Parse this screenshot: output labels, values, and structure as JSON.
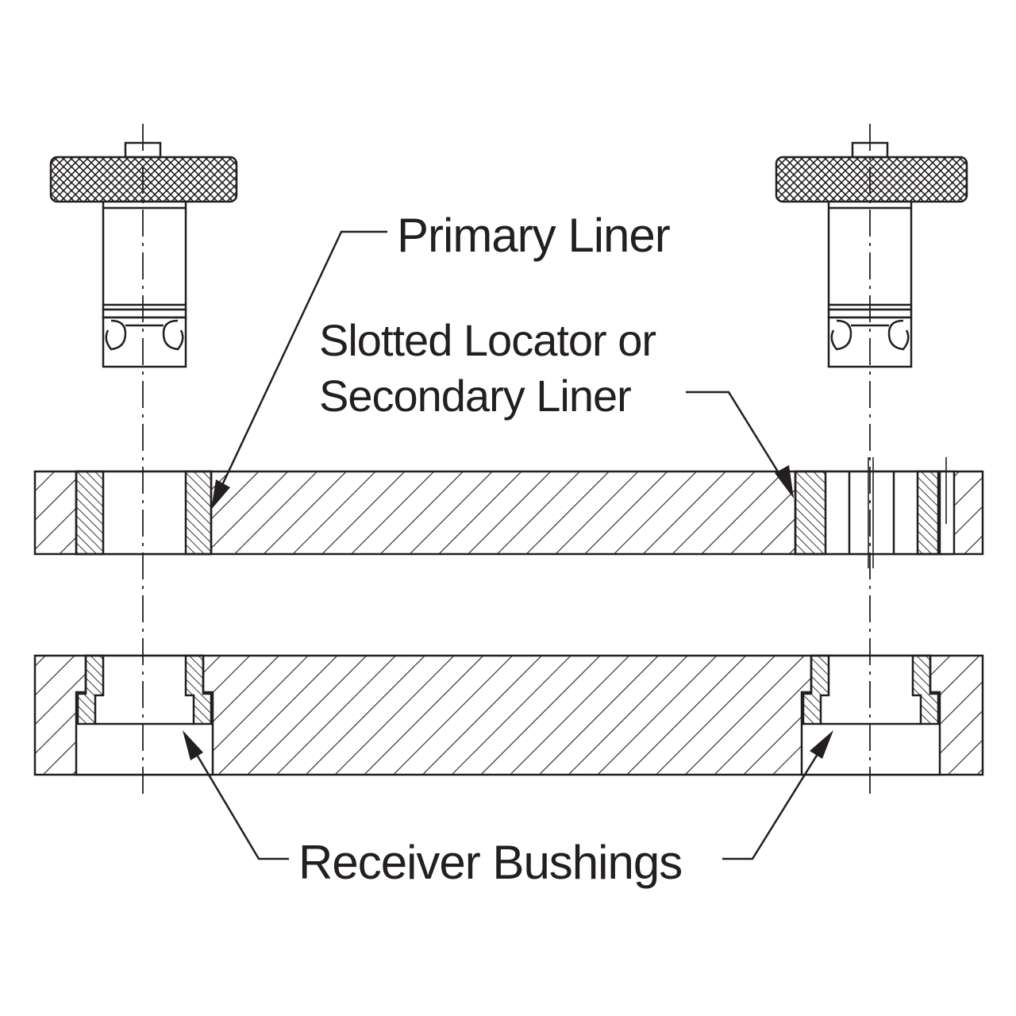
{
  "labels": {
    "primary_liner": "Primary Liner",
    "slotted_locator_line1": "Slotted Locator or",
    "slotted_locator_line2": "Secondary Liner",
    "receiver_bushings": "Receiver Bushings"
  },
  "colors": {
    "ink": "#231f20",
    "background": "#ffffff"
  }
}
